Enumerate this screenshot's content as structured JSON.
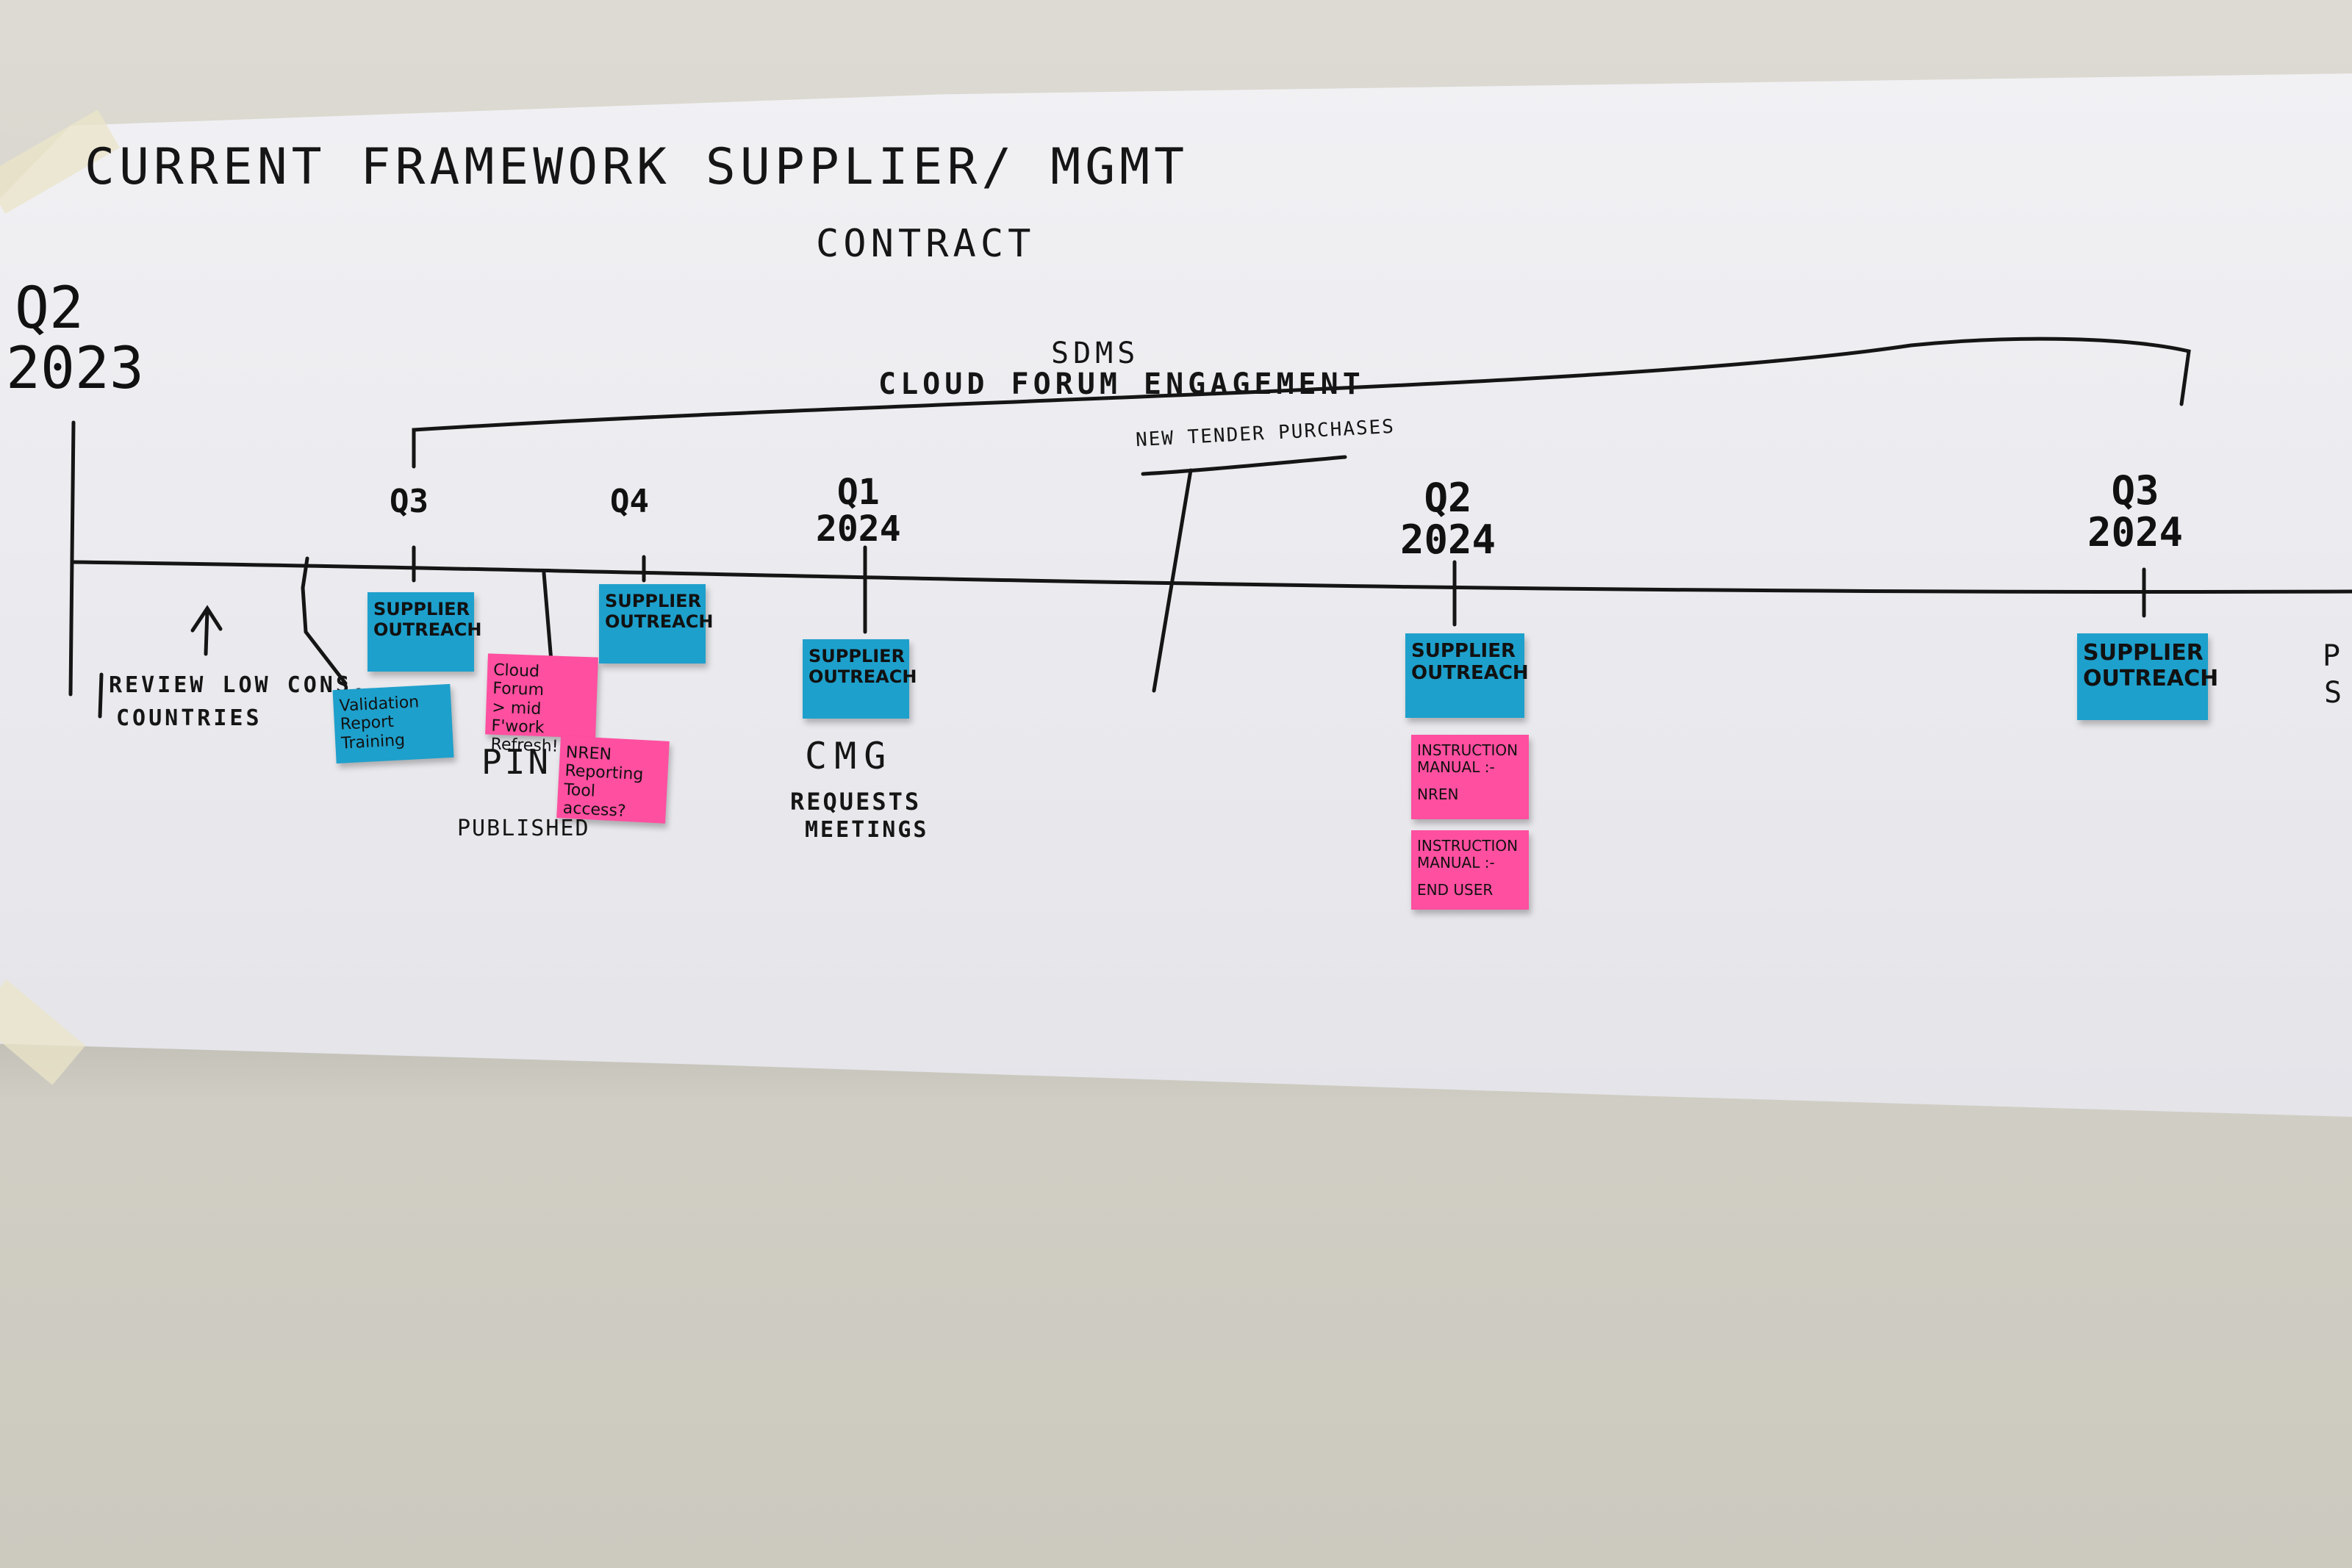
{
  "board": {
    "title_line1": "CURRENT   FRAMEWORK   SUPPLIER/  MGMT",
    "title_line2": "CONTRACT",
    "bracket_top": "SDMS",
    "bracket_label": "CLOUD   FORUM   ENGAGEMENT",
    "tender_label": "NEW TENDER PURCHASES",
    "start_quarter": "Q2",
    "start_year": "2023",
    "review_note": "REVIEW  LOW  CONS.",
    "review_note2": "COUNTRIES",
    "pin_label": "PIN",
    "published_label": "PUBLISHED",
    "cmg_label": "CMG",
    "cmg_sub1": "REQUESTS",
    "cmg_sub2": "MEETINGS",
    "edge_fragment1": "P",
    "edge_fragment2": "S"
  },
  "quarters": [
    {
      "label": "Q3",
      "year": ""
    },
    {
      "label": "Q4",
      "year": ""
    },
    {
      "label": "Q1",
      "year": "2024"
    },
    {
      "label": "Q2",
      "year": "2024"
    },
    {
      "label": "Q3",
      "year": "2024"
    }
  ],
  "notes": {
    "q3_supplier": [
      "SUPPLIER",
      "OUTREACH"
    ],
    "q3_validation": [
      "Validation",
      "Report",
      "Training"
    ],
    "q3_cloud": [
      "Cloud Forum",
      "> mid F'work",
      "Refresh!"
    ],
    "q3_nren": [
      "NREN",
      "Reporting",
      "Tool access?"
    ],
    "q4_supplier": [
      "SUPPLIER",
      "OUTREACH"
    ],
    "q1_supplier": [
      "SUPPLIER",
      "OUTREACH"
    ],
    "q2_supplier": [
      "SUPPLIER",
      "OUTREACH"
    ],
    "q2_manual_nren": [
      "INSTRUCTION",
      "MANUAL :-",
      "NREN"
    ],
    "q2_manual_user": [
      "INSTRUCTION",
      "MANUAL :-",
      "END USER"
    ],
    "q3b_supplier": [
      "SUPPLIER",
      "OUTREACH"
    ]
  },
  "colors": {
    "blue_note": "#1ea0cc",
    "pink_note": "#ff4fa0",
    "ink": "#151515"
  }
}
